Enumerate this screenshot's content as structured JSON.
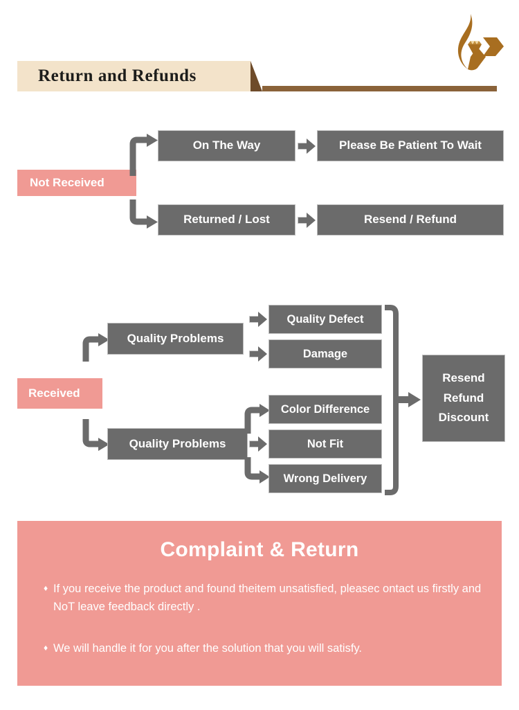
{
  "header": {
    "title": "Return and Refunds",
    "logo_icon": "flame-diamond-logo-icon",
    "banner_bg": "#f3e3ca",
    "banner_tail_color": "#6e4b2a",
    "rule_color": "#8a6239",
    "logo_color": "#a86e20"
  },
  "theme": {
    "box_gray": "#6b6b6b",
    "box_border": "#bdbdbd",
    "pink": "#f09a94",
    "text_white": "#ffffff",
    "page_bg": "#ffffff"
  },
  "flow_not_received": {
    "label": "Not Received",
    "branches": [
      {
        "step": "On The Way",
        "result": "Please Be Patient To Wait"
      },
      {
        "step": "Returned / Lost",
        "result": "Resend / Refund"
      }
    ]
  },
  "flow_received": {
    "label": "Received",
    "groups": [
      {
        "category": "Quality Problems",
        "reasons": [
          "Quality Defect",
          "Damage"
        ]
      },
      {
        "category": "Quality Problems",
        "reasons": [
          "Color Difference",
          "Not Fit",
          "Wrong Delivery"
        ]
      }
    ],
    "outcome": [
      "Resend",
      "Refund",
      "Discount"
    ]
  },
  "complaint": {
    "title": "Complaint & Return",
    "bullet_glyph": "♦",
    "bullets": [
      "If you receive the product and found theitem unsatisfied, pleasec ontact us firstly and NoT leave feedback directly .",
      "We will handle it for you after the solution that you will satisfy."
    ]
  }
}
